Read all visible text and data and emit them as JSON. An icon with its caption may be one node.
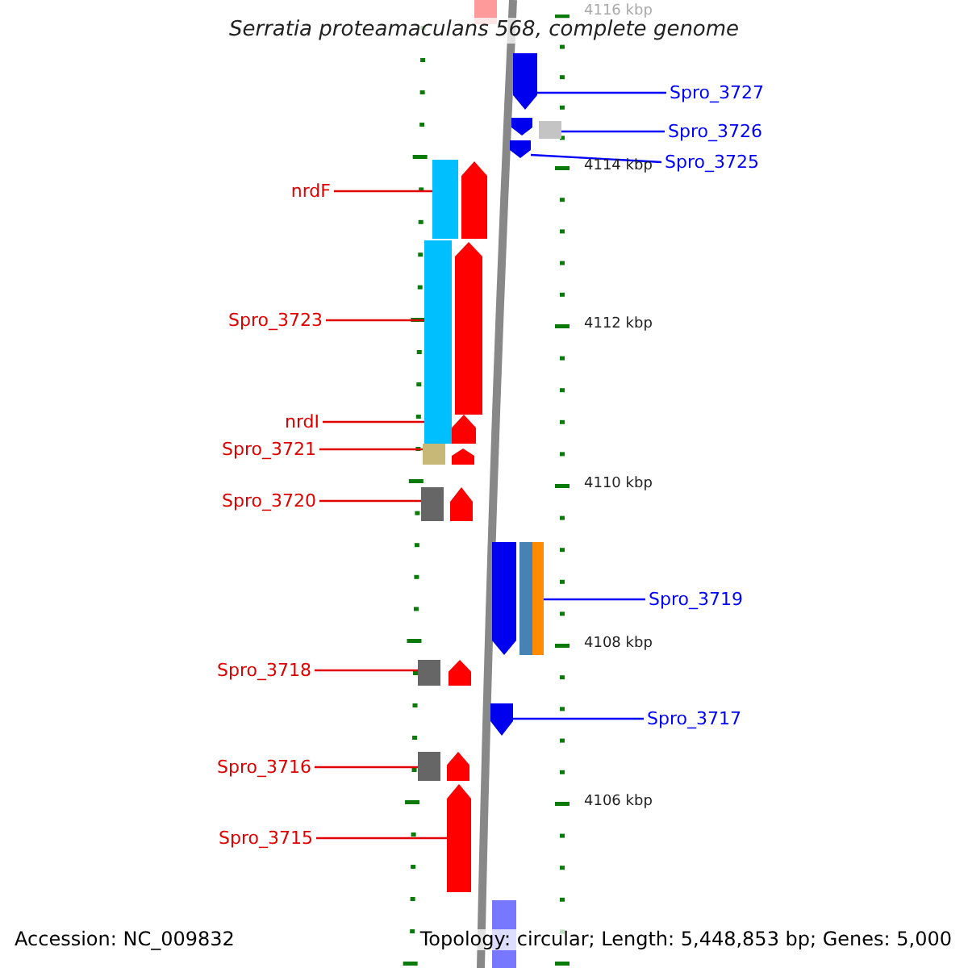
{
  "diagram": {
    "title": "Serratia proteamaculans 568, complete genome",
    "nodes": [
      {
        "text": [],
        "shape": "box"
      },
      {
        "text": [],
        "shape": "bar"
      },
      {
        "text": [],
        "shape": "bar"
      },
      {
        "text": [],
        "shape": "box"
      },
      {
        "text": [],
        "shape": "bar"
      },
      {
        "text": [],
        "shape": "box"
      },
      {
        "text": [],
        "shape": "box"
      },
      {
        "text": [],
        "shape": "box"
      },
      {
        "text": [],
        "shape": "bar"
      },
      {
        "text": [],
        "shape": "bar"
      },
      {
        "text": [],
        "shape": "bar"
      },
      {
        "text": [],
        "shape": "bar"
      },
      {
        "text": [],
        "shape": "box"
      },
      {
        "text": [],
        "shape": "bar"
      },
      {
        "text": [],
        "shape": "bar"
      },
      {
        "text": [],
        "shape": "box"
      },
      {
        "text": [],
        "shape": "box"
      },
      {
        "text": [],
        "shape": "box"
      },
      {
        "text": [],
        "shape": "bar"
      },
      {
        "text": [],
        "shape": "bar"
      },
      {
        "text": [],
        "shape": "box"
      },
      {
        "text": [],
        "shape": "bar"
      },
      {
        "text": [],
        "shape": "bar"
      },
      {
        "text": [],
        "shape": "box"
      },
      {
        "text": [
          "Spro_3727"
        ]
      },
      {
        "text": [
          "Spro_3726"
        ]
      },
      {
        "text": [
          "Spro_3725"
        ]
      },
      {
        "text": [
          "nrdF"
        ]
      },
      {
        "text": [
          "Spro_3723"
        ]
      },
      {
        "text": [
          "nrdI"
        ]
      },
      {
        "text": [
          "Spro_3721"
        ]
      },
      {
        "text": [
          "Spro_3720"
        ]
      },
      {
        "text": [
          "Spro_3719"
        ]
      },
      {
        "text": [
          "Spro_3718"
        ]
      },
      {
        "text": [
          "Spro_3717"
        ]
      },
      {
        "text": [
          "Spro_3716"
        ]
      },
      {
        "text": [
          "Spro_3715"
        ]
      }
    ],
    "edges": [
      {
        "from": 24,
        "to": 1,
        "arrow": "none",
        "color": "#0000ff"
      },
      {
        "from": 25,
        "to": 3,
        "arrow": "none",
        "color": "#0000ff"
      },
      {
        "from": 26,
        "to": 4,
        "arrow": "none",
        "color": "#0000ff"
      },
      {
        "from": 27,
        "to": 5,
        "arrow": "none"
      },
      {
        "from": 28,
        "to": 6,
        "arrow": "none"
      },
      {
        "from": 29,
        "to": 6,
        "arrow": "none"
      },
      {
        "from": 30,
        "to": 7,
        "arrow": "none"
      },
      {
        "from": 31,
        "to": 12,
        "arrow": "none"
      },
      {
        "from": 32,
        "to": 16,
        "arrow": "none",
        "color": "#0000ff"
      },
      {
        "from": 33,
        "to": 17,
        "arrow": "none"
      },
      {
        "from": 34,
        "to": 19,
        "arrow": "none",
        "color": "#0000ff"
      },
      {
        "from": 35,
        "to": 20,
        "arrow": "none"
      },
      {
        "from": 36,
        "to": 22,
        "arrow": "none"
      }
    ],
    "labels": [
      "4116 kbp",
      "4114 kbp",
      "4112 kbp",
      "4110 kbp",
      "4108 kbp",
      "4106 kbp",
      "Accession: NC_009832",
      "Topology: circular; Length: 5,448,853 bp; Genes: 5,000"
    ]
  }
}
